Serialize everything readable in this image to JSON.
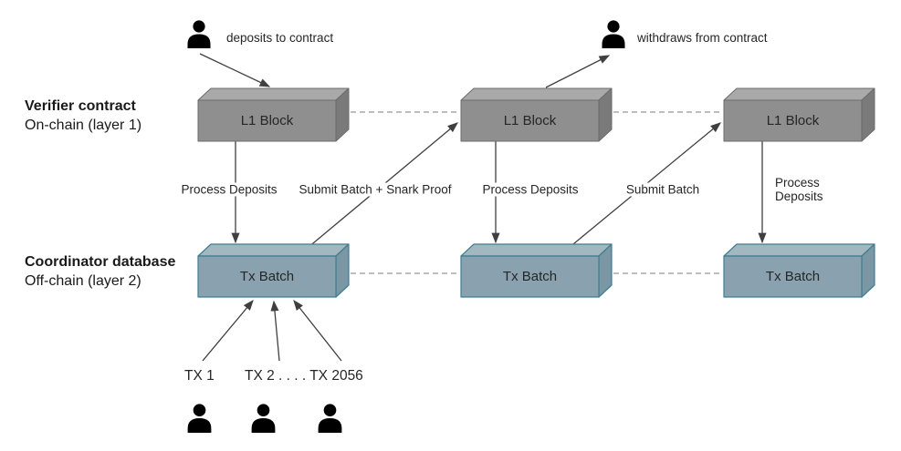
{
  "row_labels": {
    "layer1_title": "Verifier contract",
    "layer1_subtitle": "On-chain (layer 1)",
    "layer2_title": "Coordinator database",
    "layer2_subtitle": "Off-chain (layer 2)"
  },
  "actors": {
    "deposit_label": "deposits to contract",
    "withdraw_label": "withdraws from contract"
  },
  "boxes": {
    "l1": [
      "L1 Block",
      "L1 Block",
      "L1 Block"
    ],
    "batch": [
      "Tx Batch",
      "Tx Batch",
      "Tx Batch"
    ]
  },
  "edge_labels": {
    "process_deposits_1": "Process Deposits",
    "submit_batch_snark_proof": "Submit Batch + Snark Proof",
    "process_deposits_2": "Process Deposits",
    "submit_batch": "Submit Batch",
    "process_deposits_3": "Process Deposits"
  },
  "transactions": {
    "tx_first": "TX 1",
    "tx_rest": "TX 2 . . . . TX 2056"
  },
  "colors": {
    "l1_front": "#8f8f8f",
    "l1_top": "#a9a9a9",
    "l1_side": "#7a7a7a",
    "l1_border": "#6b6b6b",
    "batch_front": "#8aa2b0",
    "batch_top": "#a3b7c0",
    "batch_side": "#7b96a4",
    "batch_border": "#417d91",
    "arrow": "#3f3f3f",
    "dashed_line": "#a9a9a9",
    "text": "#262626"
  }
}
